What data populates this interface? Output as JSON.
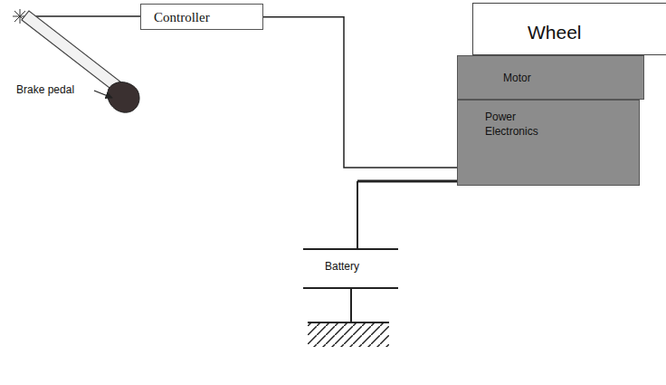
{
  "diagram": {
    "nodes": [
      {
        "text": [
          "Controller"
        ]
      },
      {
        "text": [
          "Wheel"
        ]
      },
      {
        "text": [
          "Motor"
        ]
      },
      {
        "text": [
          "Power Electronics"
        ]
      }
    ],
    "edges": [
      {
        "from": 0,
        "to": 3,
        "arrow": "none"
      }
    ],
    "labels": [
      "Brake pedal",
      "Battery"
    ]
  }
}
